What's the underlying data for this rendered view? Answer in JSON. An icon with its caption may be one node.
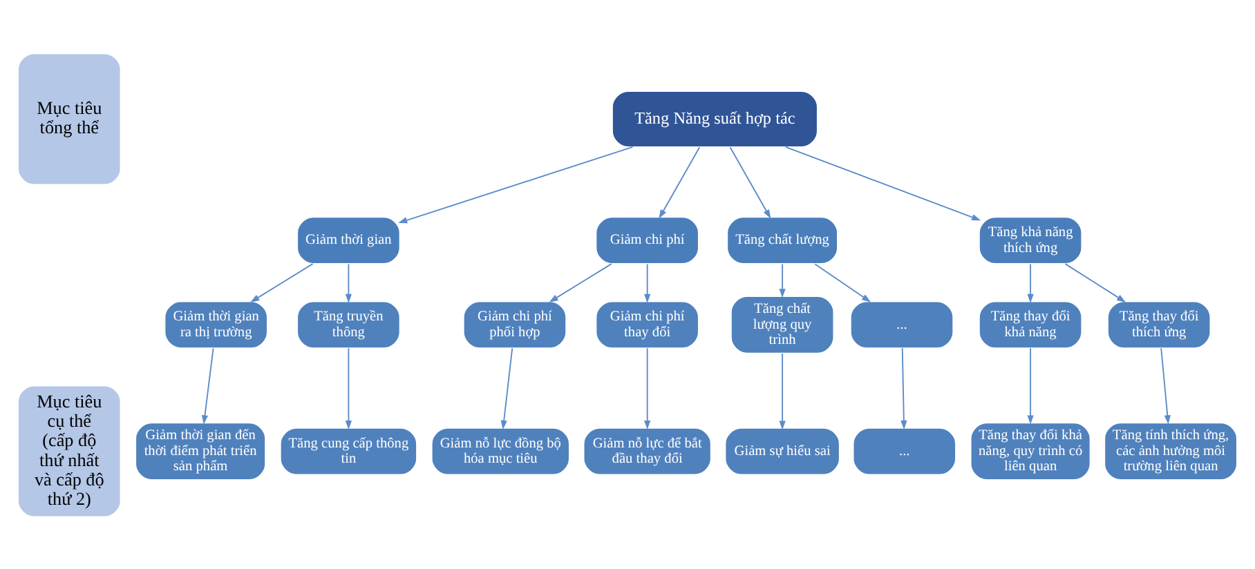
{
  "diagram": {
    "nodes": [
      {
        "text": [
          "Mục tiêu tổng thể"
        ]
      },
      {
        "text": [
          "Mục tiêu cụ thể (cấp độ thứ nhất và cấp độ thứ 2)"
        ]
      },
      {
        "text": [
          "Tăng Năng suất hợp tác"
        ]
      },
      {
        "text": [
          "Giảm thời gian"
        ]
      },
      {
        "text": [
          "Giảm chi phí"
        ]
      },
      {
        "text": [
          "Tăng chất lượng"
        ]
      },
      {
        "text": [
          "Tăng khả năng thích ứng"
        ]
      },
      {
        "text": [
          "Giảm thời gian ra thị trường"
        ]
      },
      {
        "text": [
          "Tăng truyền thông"
        ]
      },
      {
        "text": [
          "Giảm chi phí phối hợp"
        ]
      },
      {
        "text": [
          "Giảm chi phí thay đổi"
        ]
      },
      {
        "text": [
          "Tăng chất lượng quy trình"
        ]
      },
      {
        "text": [
          "..."
        ]
      },
      {
        "text": [
          "Tăng thay đổi khả năng"
        ]
      },
      {
        "text": [
          "Tăng thay đổi thích ứng"
        ]
      },
      {
        "text": [
          "Giảm thời gian đến thời điểm phát triển sản phẩm"
        ]
      },
      {
        "text": [
          "Tăng cung cấp thông tin"
        ]
      },
      {
        "text": [
          "Giảm nỗ lực đồng bộ hóa mục tiêu"
        ]
      },
      {
        "text": [
          "Giảm nỗ lực để bắt đầu thay đổi"
        ]
      },
      {
        "text": [
          "Giảm sự hiểu sai"
        ]
      },
      {
        "text": [
          "..."
        ]
      },
      {
        "text": [
          "Tăng thay đổi khả năng, quy trình có liên quan"
        ]
      },
      {
        "text": [
          "Tăng tính thích ứng, các ảnh hưởng môi trường liên quan"
        ]
      }
    ],
    "edges": [
      {
        "from": 2,
        "to": 3,
        "arrow": "to"
      },
      {
        "from": 2,
        "to": 4,
        "arrow": "to"
      },
      {
        "from": 2,
        "to": 5,
        "arrow": "to"
      },
      {
        "from": 2,
        "to": 6,
        "arrow": "to"
      },
      {
        "from": 3,
        "to": 7,
        "arrow": "to"
      },
      {
        "from": 3,
        "to": 8,
        "arrow": "to"
      },
      {
        "from": 4,
        "to": 9,
        "arrow": "to"
      },
      {
        "from": 4,
        "to": 10,
        "arrow": "to"
      },
      {
        "from": 5,
        "to": 11,
        "arrow": "to"
      },
      {
        "from": 5,
        "to": 12,
        "arrow": "to"
      },
      {
        "from": 6,
        "to": 13,
        "arrow": "to"
      },
      {
        "from": 6,
        "to": 14,
        "arrow": "to"
      },
      {
        "from": 7,
        "to": 15,
        "arrow": "to"
      },
      {
        "from": 8,
        "to": 16,
        "arrow": "to"
      },
      {
        "from": 9,
        "to": 17,
        "arrow": "to"
      },
      {
        "from": 10,
        "to": 18,
        "arrow": "to"
      },
      {
        "from": 11,
        "to": 19,
        "arrow": "to"
      },
      {
        "from": 12,
        "to": 20,
        "arrow": "to"
      },
      {
        "from": 13,
        "to": 21,
        "arrow": "to"
      },
      {
        "from": 14,
        "to": 22,
        "arrow": "to"
      }
    ]
  }
}
